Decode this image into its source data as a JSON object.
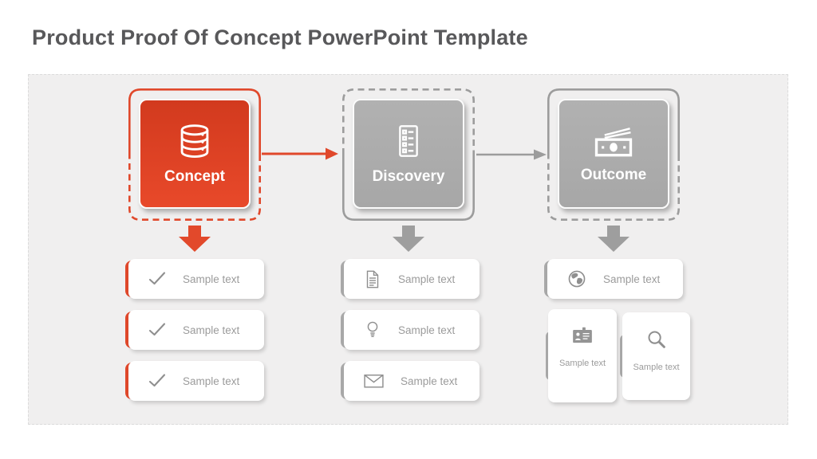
{
  "title": "Product Proof Of Concept PowerPoint Template",
  "colors": {
    "accent_red": "#E0482B",
    "box_red_top": "#D23A1E",
    "box_red_bottom": "#E8492A",
    "neutral_gray": "#ACACAC",
    "arrow_gray": "#9E9E9E",
    "text_gray": "#9B9B9B",
    "title_gray": "#58585A",
    "panel_bg": "#F0EFEF"
  },
  "flow": {
    "steps": [
      {
        "label": "Concept",
        "icon": "database-icon",
        "accent": "red",
        "items": [
          {
            "icon": "check-icon",
            "label": "Sample text"
          },
          {
            "icon": "check-icon",
            "label": "Sample text"
          },
          {
            "icon": "check-icon",
            "label": "Sample text"
          }
        ]
      },
      {
        "label": "Discovery",
        "icon": "checklist-icon",
        "accent": "gray",
        "items": [
          {
            "icon": "document-icon",
            "label": "Sample text"
          },
          {
            "icon": "lightbulb-icon",
            "label": "Sample text"
          },
          {
            "icon": "envelope-icon",
            "label": "Sample text"
          }
        ]
      },
      {
        "label": "Outcome",
        "icon": "money-icon",
        "accent": "gray",
        "items": [
          {
            "icon": "globe-icon",
            "label": "Sample text"
          },
          {
            "icon": "id-card-icon",
            "label": "Sample text"
          },
          {
            "icon": "search-icon",
            "label": "Sample text"
          }
        ]
      }
    ]
  }
}
